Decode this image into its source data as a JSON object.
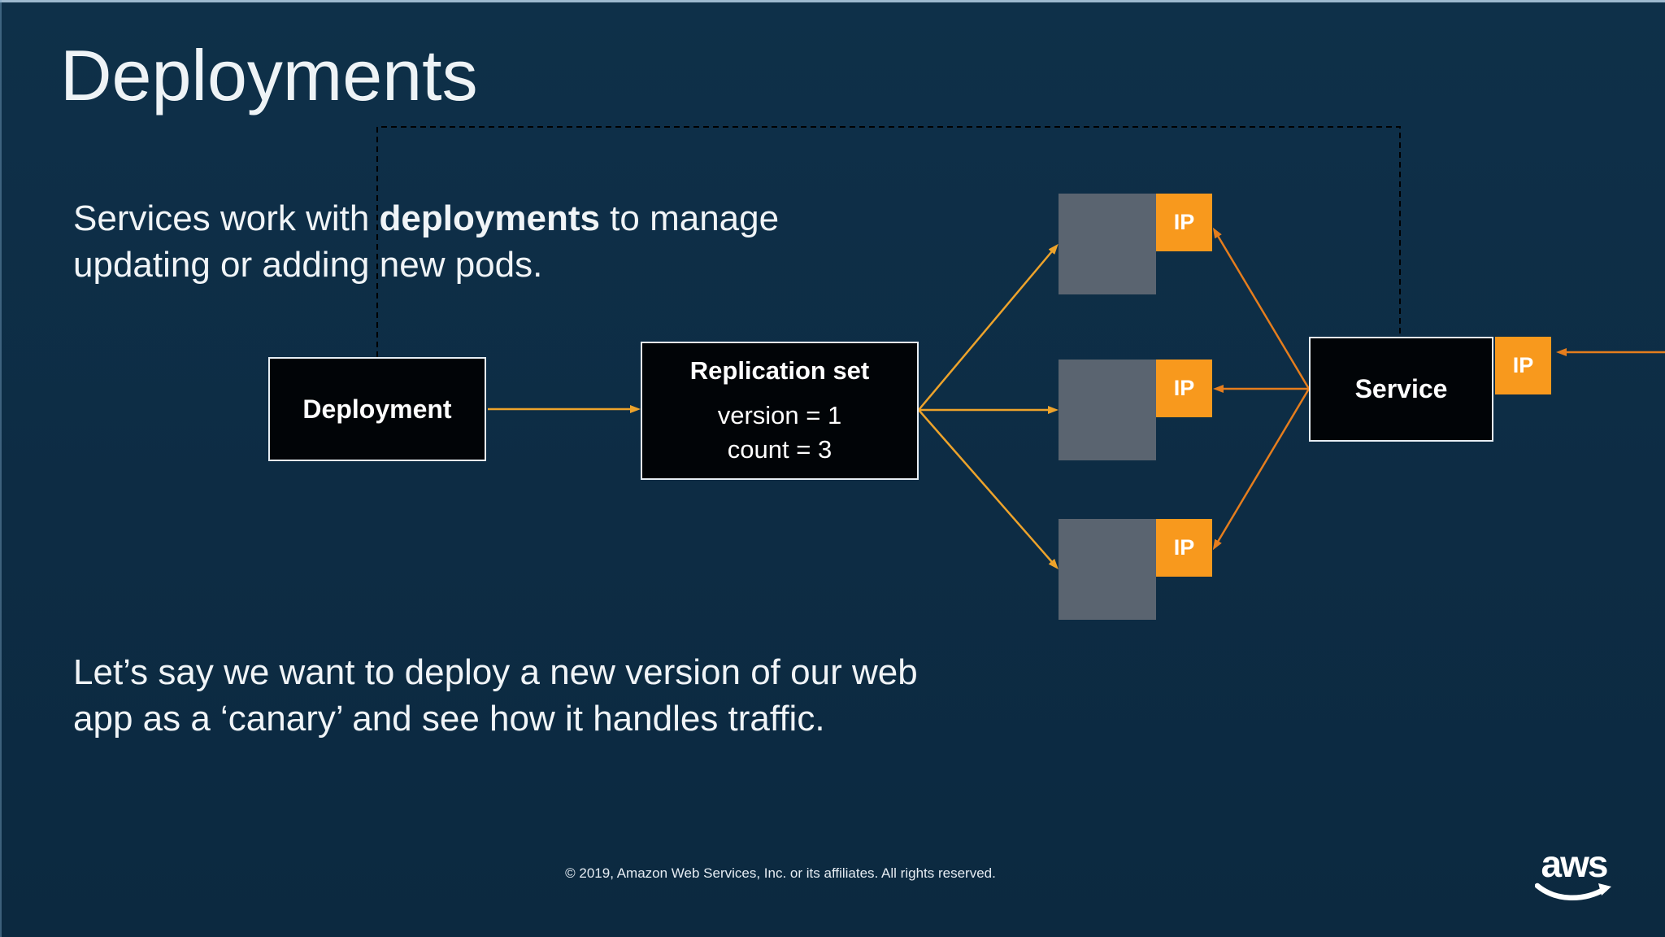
{
  "slide": {
    "title": "Deployments",
    "intro": {
      "pre": "Services work with ",
      "bold": "deployments",
      "post": " to manage updating or adding new pods."
    },
    "body": "Let’s say we want to deploy a new version of our web app as a ‘canary’ and see how it handles traffic.",
    "footer": "© 2019, Amazon Web Services, Inc. or its affiliates. All rights reserved.",
    "logo_text": "aws"
  },
  "diagram": {
    "deployment_label": "Deployment",
    "replication_set": {
      "title": "Replication set",
      "version_line": "version = 1",
      "count_line": "count = 3"
    },
    "service_label": "Service",
    "pods": [
      {
        "ip": "IP"
      },
      {
        "ip": "IP"
      },
      {
        "ip": "IP"
      }
    ],
    "service_ip": "IP",
    "colors": {
      "background": "#0d2c44",
      "box_black": "#010407",
      "box_border": "#e6edf3",
      "pod_gray": "#5a6470",
      "ip_orange": "#f8991d",
      "arrow_gold": "#eda32b",
      "arrow_orange": "#e57d1d",
      "dashed_line": "#000000",
      "top_edge_strip": "#9db9cf"
    }
  }
}
